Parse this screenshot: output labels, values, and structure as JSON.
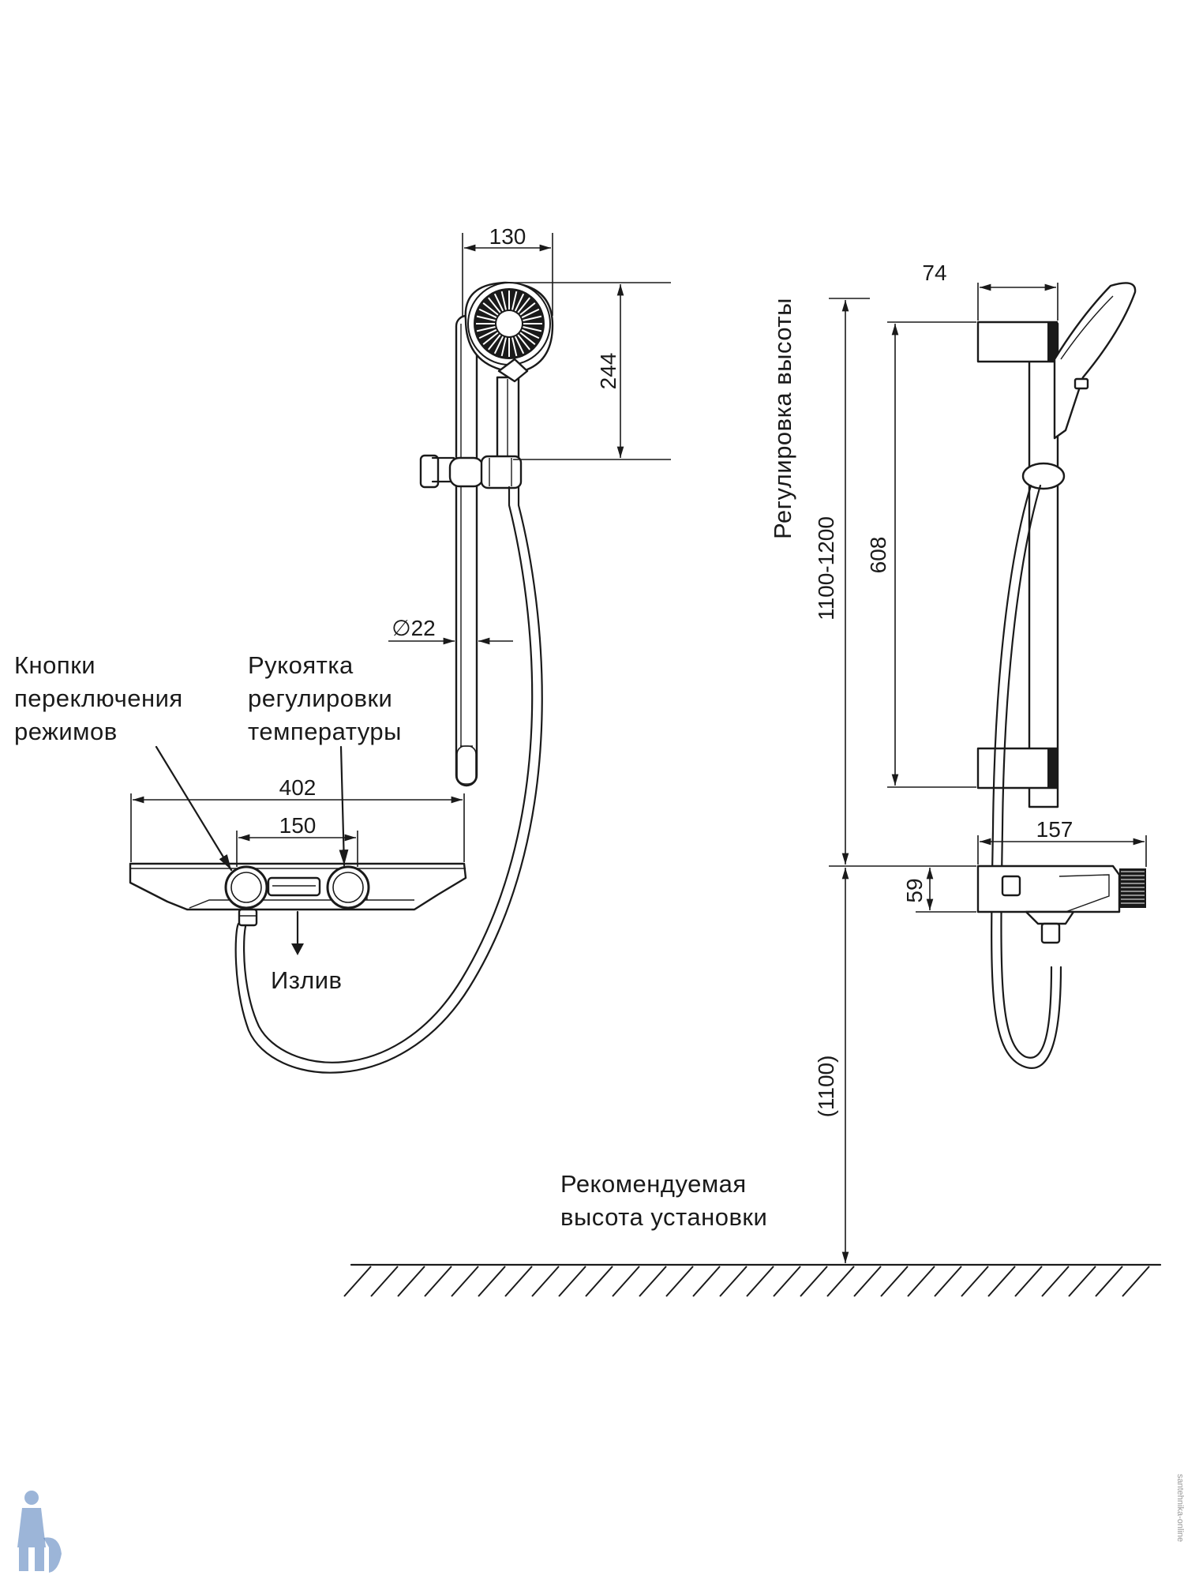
{
  "front_view": {
    "dimensions": {
      "head_width": "130",
      "head_height": "244",
      "rod_diameter": "∅22",
      "shelf_width": "402",
      "handles_spacing": "150"
    },
    "labels": {
      "mode_buttons": [
        "Кнопки",
        "переключения",
        "режимов"
      ],
      "temperature_handle": [
        "Рукоятка",
        "регулировки",
        "температуры"
      ],
      "spout": "Излив"
    }
  },
  "side_view": {
    "dimensions": {
      "bracket_depth": "74",
      "bar_length": "608",
      "shelf_depth": "157",
      "shelf_height": "59",
      "height_adjust": "1100-1200",
      "install_height": "(1100)"
    },
    "labels": {
      "height_adjust": "Регулировка высоты",
      "recommended_height": [
        "Рекомендуемая",
        "высота установки"
      ]
    }
  },
  "watermark": {
    "side_text": "santehnika-online"
  }
}
